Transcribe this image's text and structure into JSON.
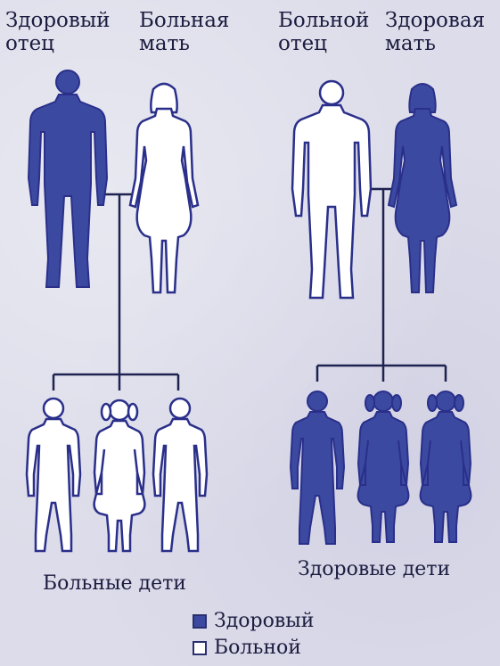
{
  "left_family": {
    "father_label_1": "Здоровый",
    "father_label_2": "отец",
    "mother_label_1": "Больная",
    "mother_label_2": "мать",
    "children_label": "Больные дети"
  },
  "right_family": {
    "father_label_1": "Больной",
    "father_label_2": "отец",
    "mother_label_1": "Здоровая",
    "mother_label_2": "мать",
    "children_label": "Здоровые дети"
  },
  "legend": {
    "healthy_label": "Здоровый",
    "sick_label": "Больной"
  },
  "colors": {
    "healthy_fill": "#3b4aa0",
    "outline": "#2a2f8a",
    "sick_fill": "#ffffff",
    "background": "#dcdcea"
  }
}
